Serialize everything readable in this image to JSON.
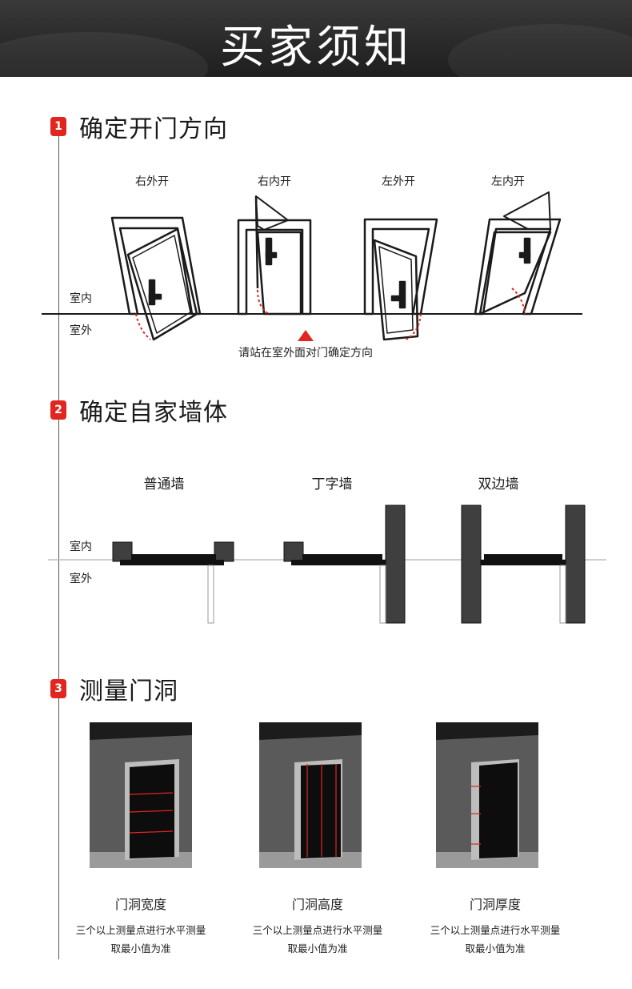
{
  "header": {
    "title": "买家须知"
  },
  "section1": {
    "badge": "1",
    "title": "确定开门方向",
    "labels": [
      "右外开",
      "右内开",
      "左外开",
      "左内开"
    ],
    "indoor": "室内",
    "outdoor": "室外",
    "note": "请站在室外面对门确定方向"
  },
  "section2": {
    "badge": "2",
    "title": "确定自家墙体",
    "labels": [
      "普通墙",
      "丁字墙",
      "双边墙"
    ],
    "indoor": "室内",
    "outdoor": "室外"
  },
  "section3": {
    "badge": "3",
    "title": "测量门洞",
    "items": [
      {
        "title": "门洞宽度",
        "line1": "三个以上测量点进行水平测量",
        "line2": "取最小值为准"
      },
      {
        "title": "门洞高度",
        "line1": "三个以上测量点进行水平测量",
        "line2": "取最小值为准"
      },
      {
        "title": "门洞厚度",
        "line1": "三个以上测量点进行水平测量",
        "line2": "取最小值为准"
      }
    ]
  },
  "colors": {
    "accent": "#e0261f",
    "dark": "#3f3f3f",
    "ink": "#1a1a1a"
  }
}
